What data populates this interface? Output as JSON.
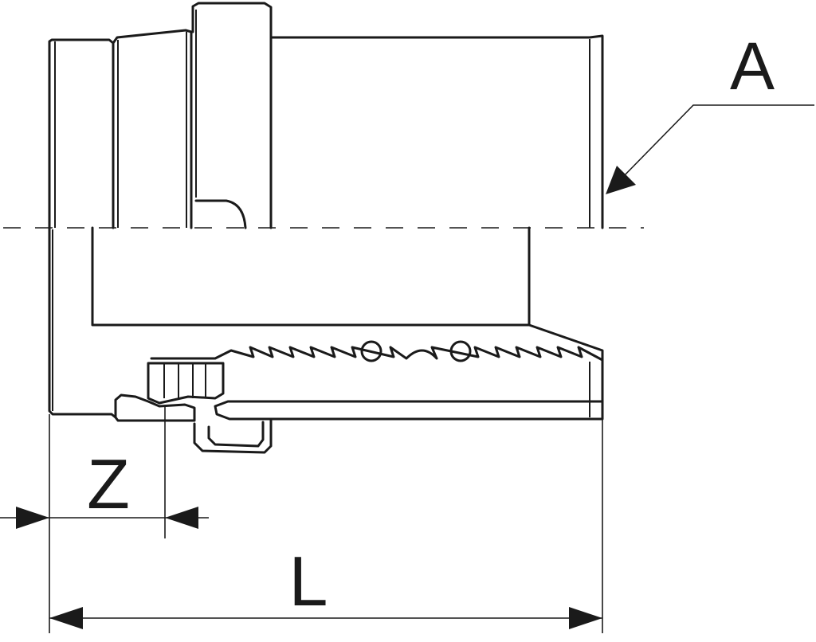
{
  "diagram": {
    "labels": {
      "a": "A",
      "z": "Z",
      "l": "L"
    },
    "colors": {
      "stroke": "#1a1a1a",
      "background": "#ffffff"
    }
  }
}
